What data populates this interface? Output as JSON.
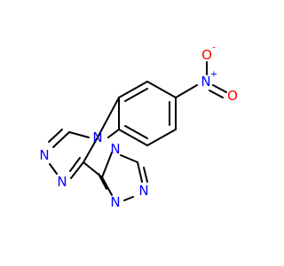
{
  "molecule": {
    "atoms": {
      "n_ring_top": "N",
      "n_ring_left_a": "N",
      "n_ring_left_b": "N",
      "n_ring_bottom_a": "N",
      "n_ring_bottom_b": "N",
      "n_ring_mid": "N",
      "n_nitro": "N",
      "o_nitro_top": "O",
      "o_nitro_bottom": "O",
      "nitro_n_charge": "+",
      "nitro_o_charge": "-"
    },
    "colors": {
      "nitrogen": "#0000FF",
      "oxygen": "#FF0000",
      "bond": "#000000"
    }
  }
}
